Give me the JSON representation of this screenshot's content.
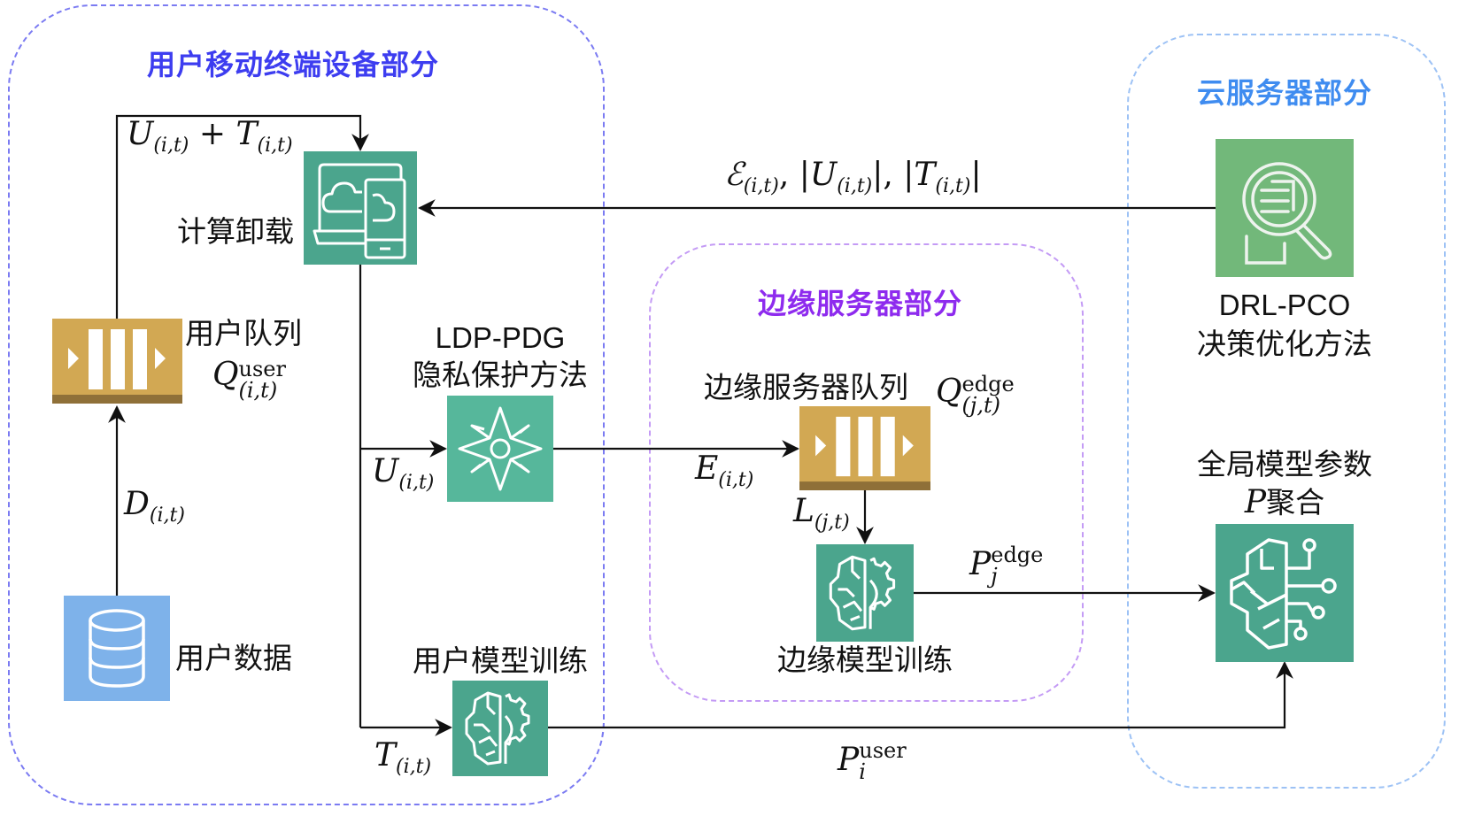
{
  "regions": {
    "user": {
      "title": "用户移动终端设备部分",
      "color": "#3D3DF0",
      "border": "#7B7BF2"
    },
    "edge": {
      "title": "边缘服务器部分",
      "color": "#8E2BEE",
      "border": "#C49BF5"
    },
    "cloud": {
      "title": "云服务器部分",
      "color": "#3F8CF0",
      "border": "#9DC2F5"
    }
  },
  "nodes": {
    "offload": {
      "label": "计算卸载",
      "icon": "laptop-phone-cloud-icon",
      "color": "#4BA58D"
    },
    "user_queue": {
      "label": "用户队列",
      "symbol": "Q",
      "sup": "user",
      "sub": "(i,t)",
      "icon": "queue-icon",
      "color": "#D2A853",
      "strip": "#8F7038"
    },
    "user_data": {
      "label": "用户数据",
      "icon": "database-icon",
      "color": "#7EB2EA"
    },
    "ldp": {
      "label_line1": "LDP-PDG",
      "label_line2": "隐私保护方法",
      "icon": "star-compass-icon",
      "color": "#56B79B"
    },
    "user_train": {
      "label": "用户模型训练",
      "icon": "brain-gear-icon",
      "color": "#4BA58D"
    },
    "edge_queue": {
      "label": "边缘服务器队列",
      "symbol": "Q",
      "sup": "edge",
      "sub": "(j,t)",
      "icon": "queue-icon",
      "color": "#D2A853",
      "strip": "#8F7038"
    },
    "edge_train": {
      "label": "边缘模型训练",
      "icon": "brain-gear-icon",
      "color": "#4BA58D"
    },
    "drl": {
      "label_line1": "DRL-PCO",
      "label_line2": "决策优化方法",
      "icon": "magnifier-document-icon",
      "color": "#72B87A"
    },
    "global": {
      "label_line1": "全局模型参数",
      "symbol": "P",
      "label_line2": "聚合",
      "icon": "brain-circuit-icon",
      "color": "#4BA58D"
    }
  },
  "edges": {
    "u_plus_t": {
      "a": "U",
      "a_sub": "(i,t)",
      "op": "+",
      "b": "T",
      "b_sub": "(i,t)"
    },
    "feedback": {
      "e": "ℰ",
      "e_sub": "(i,t)",
      "u": "U",
      "u_sub": "(i,t)",
      "t": "T",
      "t_sub": "(i,t)"
    },
    "d": {
      "sym": "D",
      "sub": "(i,t)"
    },
    "u": {
      "sym": "U",
      "sub": "(i,t)"
    },
    "t": {
      "sym": "T",
      "sub": "(i,t)"
    },
    "e": {
      "sym": "E",
      "sub": "(i,t)"
    },
    "l": {
      "sym": "L",
      "sub": "(j,t)"
    },
    "p_edge": {
      "sym": "P",
      "sup": "edge",
      "sub": "j"
    },
    "p_user": {
      "sym": "P",
      "sup": "user",
      "sub": "i"
    }
  }
}
